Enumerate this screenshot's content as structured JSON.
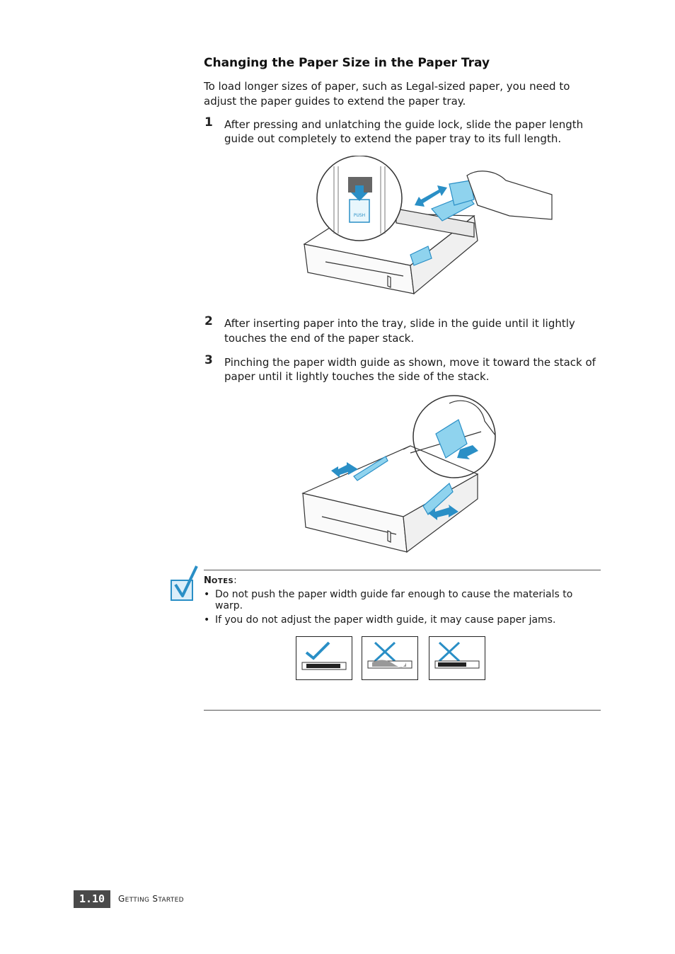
{
  "heading": "Changing the Paper Size in the Paper Tray",
  "intro": "To load longer sizes of paper, such as Legal-sized paper, you need to adjust the paper guides to extend the paper tray.",
  "steps": [
    {
      "num": "1",
      "line1": "After pressing and unlatching the guide lock, slide the paper length",
      "line2": "guide out completely to extend the paper tray to its full length."
    },
    {
      "num": "2",
      "line1": "After inserting paper into the tray, slide in the guide until it lightly",
      "line2": "touches the end of the paper stack."
    },
    {
      "num": "3",
      "line1": "Pinching the paper width guide as shown, move it toward the stack of",
      "line2": "paper until it lightly touches the side of the stack."
    }
  ],
  "figure1": {
    "push_label": "PUSH"
  },
  "notes": {
    "title_first": "N",
    "title_rest": "OTES",
    "title_colon": ":",
    "bullet1_line1": "Do not push the paper width guide far enough to cause the materials to",
    "bullet1_line2": "warp.",
    "bullet2": "If you do not adjust the paper width guide, it may cause paper jams."
  },
  "footer": {
    "page_number": "1.10",
    "section_G": "G",
    "section_etting": "ETTING",
    "section_S": "S",
    "section_tarted": "TARTED"
  },
  "colors": {
    "accent_blue": "#2a8fc6",
    "light_blue": "#8fd3ee",
    "badge": "#4a4a4a"
  }
}
